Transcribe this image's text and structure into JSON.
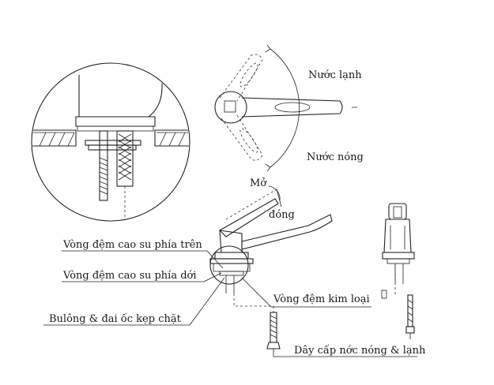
{
  "labels": {
    "cold_water": "Nước lạnh",
    "hot_water": "Nước nóng",
    "open": "Mở",
    "close": "đóng",
    "upper_rubber_washer": "Vòng đệm cao su phía trên",
    "lower_rubber_washer": "Vòng đệm cao su phía dới",
    "metal_washer": "Vòng đệm kim loại",
    "bolt_nut": "Bulông & đai ốc kẹp chặt",
    "supply_hose": "Dây cấp nớc nóng & lạnh"
  }
}
